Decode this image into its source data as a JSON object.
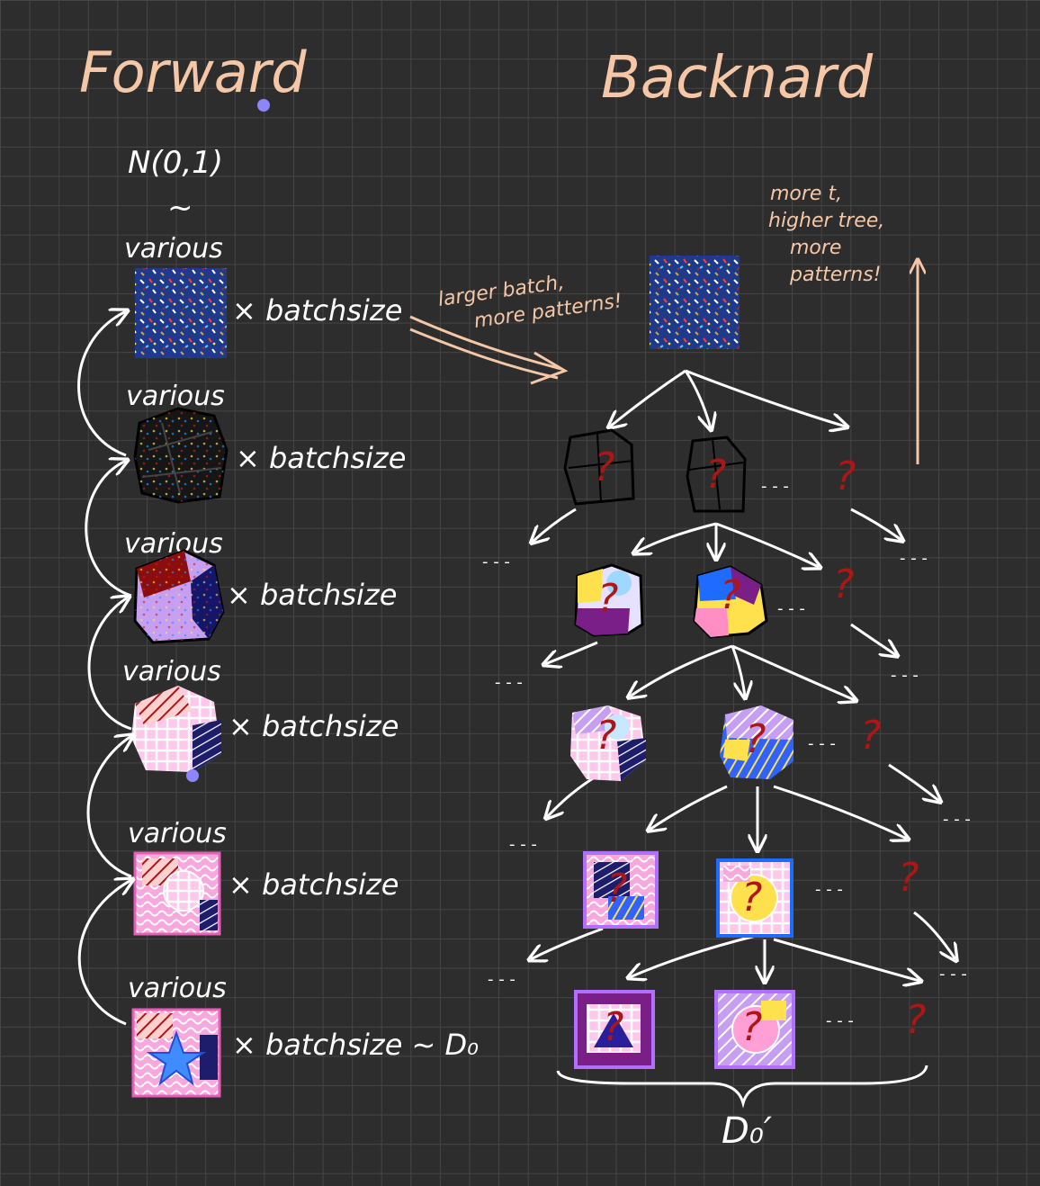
{
  "titles": {
    "forward": "Forward",
    "backward": "Backnard"
  },
  "noise_label": "N(0,1)",
  "tilde_symbol": "~",
  "forward_rows": [
    {
      "various": "various",
      "batch": "× batchsize"
    },
    {
      "various": "various",
      "batch": "× batchsize"
    },
    {
      "various": "various",
      "batch": "× batchsize"
    },
    {
      "various": "various",
      "batch": "× batchsize"
    },
    {
      "various": "various",
      "batch": "× batchsize"
    },
    {
      "various": "various",
      "batch": "× batchsize ∼ D₀"
    }
  ],
  "notes": {
    "larger_batch": [
      "larger batch,",
      "more patterns!"
    ],
    "more_t": [
      "more t,",
      "higher tree,",
      "more",
      "patterns!"
    ]
  },
  "question_mark": "?",
  "ellipsis": "- - -",
  "d0_prime": "D₀′",
  "colors": {
    "background": "#2d2d2d",
    "grid": "#454545",
    "title": "#f6c7a6",
    "ink": "#ffffff",
    "question": "#b01515",
    "accent_dot": "#8b86ff"
  }
}
